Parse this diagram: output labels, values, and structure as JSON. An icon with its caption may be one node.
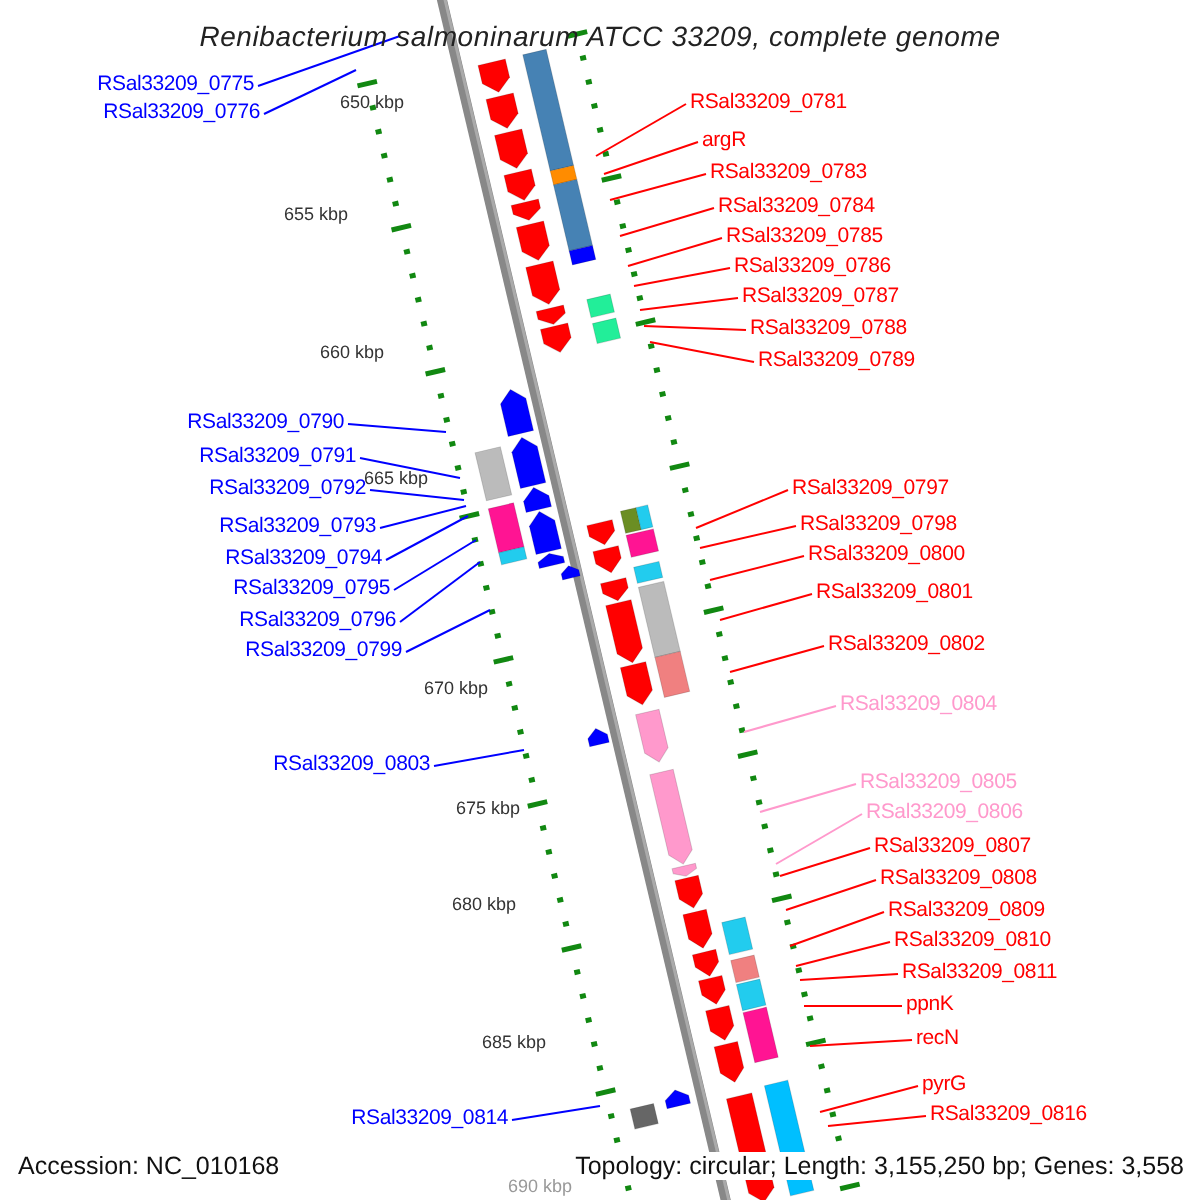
{
  "diagram": {
    "title": "Renibacterium salmoninarum ATCC 33209, complete genome",
    "nodes": [
      {
        "text": [
          "RSal33209_0775"
        ]
      },
      {
        "text": [
          "RSal33209_0776"
        ]
      },
      {
        "text": [
          "RSal33209_0781"
        ]
      },
      {
        "text": [
          "argR"
        ]
      },
      {
        "text": [
          "RSal33209_0783"
        ]
      },
      {
        "text": [
          "RSal33209_0784"
        ]
      },
      {
        "text": [
          "RSal33209_0785"
        ]
      },
      {
        "text": [
          "RSal33209_0786"
        ]
      },
      {
        "text": [
          "RSal33209_0787"
        ]
      },
      {
        "text": [
          "RSal33209_0788"
        ]
      },
      {
        "text": [
          "RSal33209_0789"
        ]
      },
      {
        "text": [
          "RSal33209_0790"
        ]
      },
      {
        "text": [
          "RSal33209_0791"
        ]
      },
      {
        "text": [
          "RSal33209_0792"
        ]
      },
      {
        "text": [
          "RSal33209_0793"
        ]
      },
      {
        "text": [
          "RSal33209_0794"
        ]
      },
      {
        "text": [
          "RSal33209_0795"
        ]
      },
      {
        "text": [
          "RSal33209_0796"
        ]
      },
      {
        "text": [
          "RSal33209_0799"
        ]
      },
      {
        "text": [
          "RSal33209_0797"
        ]
      },
      {
        "text": [
          "RSal33209_0798"
        ]
      },
      {
        "text": [
          "RSal33209_0800"
        ]
      },
      {
        "text": [
          "RSal33209_0801"
        ]
      },
      {
        "text": [
          "RSal33209_0802"
        ]
      },
      {
        "text": [
          "RSal33209_0804"
        ]
      },
      {
        "text": [
          "RSal33209_0803"
        ]
      },
      {
        "text": [
          "RSal33209_0805"
        ]
      },
      {
        "text": [
          "RSal33209_0806"
        ]
      },
      {
        "text": [
          "RSal33209_0807"
        ]
      },
      {
        "text": [
          "RSal33209_0808"
        ]
      },
      {
        "text": [
          "RSal33209_0809"
        ]
      },
      {
        "text": [
          "RSal33209_0810"
        ]
      },
      {
        "text": [
          "RSal33209_0811"
        ]
      },
      {
        "text": [
          "ppnK"
        ]
      },
      {
        "text": [
          "recN"
        ]
      },
      {
        "text": [
          "pyrG"
        ]
      },
      {
        "text": [
          "RSal33209_0814"
        ]
      },
      {
        "text": [
          "RSal33209_0816"
        ]
      }
    ],
    "edges": [
      {
        "from": 0,
        "to": null,
        "arrow": "none",
        "color": "#0000ff"
      },
      {
        "from": 1,
        "to": null,
        "arrow": "none",
        "color": "#0000ff"
      },
      {
        "from": 2,
        "to": null,
        "arrow": "none"
      },
      {
        "from": 3,
        "to": null,
        "arrow": "none"
      },
      {
        "from": 4,
        "to": null,
        "arrow": "none"
      },
      {
        "from": 5,
        "to": null,
        "arrow": "none"
      },
      {
        "from": 6,
        "to": null,
        "arrow": "none"
      },
      {
        "from": 7,
        "to": null,
        "arrow": "none"
      },
      {
        "from": 8,
        "to": null,
        "arrow": "none"
      },
      {
        "from": 9,
        "to": null,
        "arrow": "none"
      },
      {
        "from": 10,
        "to": null,
        "arrow": "none"
      },
      {
        "from": 11,
        "to": null,
        "arrow": "none",
        "color": "#0000ff"
      },
      {
        "from": 12,
        "to": null,
        "arrow": "none",
        "color": "#0000ff"
      },
      {
        "from": 13,
        "to": null,
        "arrow": "none",
        "color": "#0000ff"
      },
      {
        "from": 14,
        "to": null,
        "arrow": "none",
        "color": "#0000ff"
      },
      {
        "from": 15,
        "to": null,
        "arrow": "none",
        "color": "#0000ff"
      },
      {
        "from": 16,
        "to": null,
        "arrow": "none",
        "color": "#0000ff"
      },
      {
        "from": 17,
        "to": null,
        "arrow": "none",
        "color": "#0000ff"
      },
      {
        "from": 18,
        "to": null,
        "arrow": "none",
        "color": "#0000ff"
      },
      {
        "from": 19,
        "to": null,
        "arrow": "none"
      },
      {
        "from": 20,
        "to": null,
        "arrow": "none"
      },
      {
        "from": 21,
        "to": null,
        "arrow": "none"
      },
      {
        "from": 22,
        "to": null,
        "arrow": "none"
      },
      {
        "from": 23,
        "to": null,
        "arrow": "none"
      },
      {
        "from": 24,
        "to": null,
        "arrow": "none",
        "color": "#ff99cc"
      },
      {
        "from": 25,
        "to": null,
        "arrow": "none",
        "color": "#0000ff"
      },
      {
        "from": 26,
        "to": null,
        "arrow": "none",
        "color": "#ff99cc"
      },
      {
        "from": 27,
        "to": null,
        "arrow": "none",
        "color": "#ff99cc"
      },
      {
        "from": 28,
        "to": null,
        "arrow": "none"
      },
      {
        "from": 29,
        "to": null,
        "arrow": "none"
      },
      {
        "from": 30,
        "to": null,
        "arrow": "none"
      },
      {
        "from": 31,
        "to": null,
        "arrow": "none"
      },
      {
        "from": 32,
        "to": null,
        "arrow": "none"
      },
      {
        "from": 33,
        "to": null,
        "arrow": "none"
      },
      {
        "from": 34,
        "to": null,
        "arrow": "none"
      },
      {
        "from": 35,
        "to": null,
        "arrow": "none"
      },
      {
        "from": 36,
        "to": null,
        "arrow": "none",
        "color": "#0000ff"
      },
      {
        "from": 37,
        "to": null,
        "arrow": "none"
      }
    ],
    "labels": [
      "650 kbp",
      "655 kbp",
      "660 kbp",
      "665 kbp",
      "670 kbp",
      "675 kbp",
      "680 kbp",
      "685 kbp",
      "690 kbp",
      "Accession: NC_010168",
      "Topology: circular; Length: 3,155,250 bp; Genes: 3,558"
    ]
  }
}
